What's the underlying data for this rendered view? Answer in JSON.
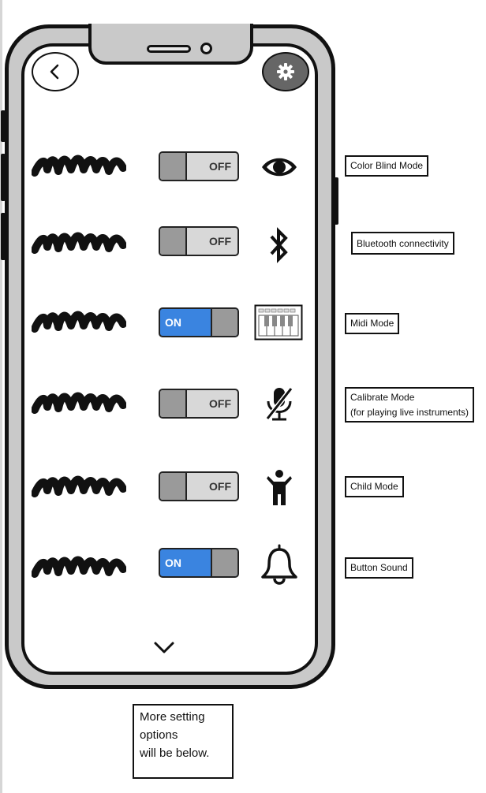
{
  "header": {
    "back_icon": "chevron-left-icon",
    "settings_icon": "gear-icon"
  },
  "settings": [
    {
      "state": "OFF",
      "on": false,
      "icon": "eye-icon",
      "label": "Color Blind Mode"
    },
    {
      "state": "OFF",
      "on": false,
      "icon": "bluetooth-icon",
      "label": "Bluetooth connectivity"
    },
    {
      "state": "ON",
      "on": true,
      "icon": "midi-keyboard-icon",
      "label": "Midi Mode"
    },
    {
      "state": "OFF",
      "on": false,
      "icon": "mic-off-icon",
      "label": "Calibrate Mode",
      "sublabel": "(for playing live instruments)"
    },
    {
      "state": "OFF",
      "on": false,
      "icon": "child-icon",
      "label": "Child Mode"
    },
    {
      "state": "ON",
      "on": true,
      "icon": "bell-icon",
      "label": "Button Sound"
    }
  ],
  "footer": {
    "more_icon": "chevron-down-icon",
    "note_lines": [
      "More setting",
      "options",
      "will be below."
    ]
  },
  "colors": {
    "toggle_on": "#3a84e0",
    "toggle_off": "#d8d8d8",
    "knob": "#9a9a9a",
    "frame": "#c9c9c9",
    "gear_button": "#666666"
  }
}
